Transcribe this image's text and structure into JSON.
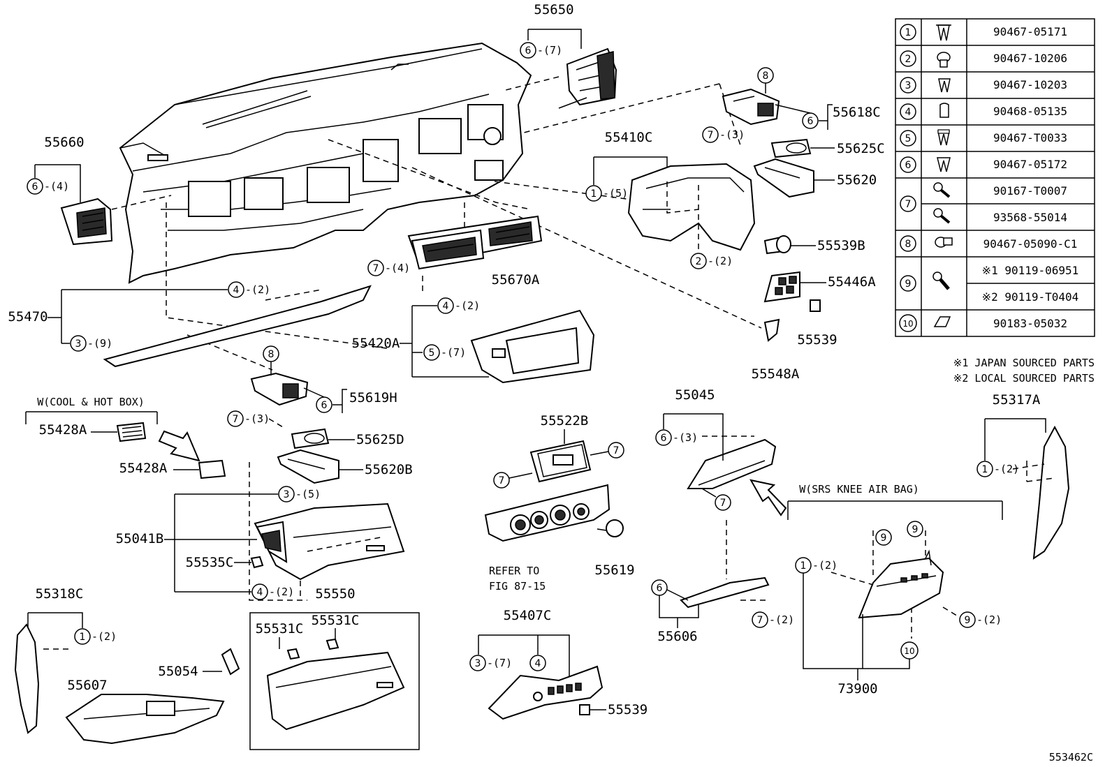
{
  "table": {
    "rows": [
      {
        "n": "1",
        "part": "90467-05171"
      },
      {
        "n": "2",
        "part": "90467-10206"
      },
      {
        "n": "3",
        "part": "90467-10203"
      },
      {
        "n": "4",
        "part": "90468-05135"
      },
      {
        "n": "5",
        "part": "90467-T0033"
      },
      {
        "n": "6",
        "part": "90467-05172"
      },
      {
        "n": "7",
        "part": "90167-T0007"
      },
      {
        "n": "7b",
        "part": "93568-55014"
      },
      {
        "n": "8",
        "part": "90467-05090-C1"
      },
      {
        "n": "9",
        "part": "※1 90119-06951"
      },
      {
        "n": "9b",
        "part": "※2 90119-T0404"
      },
      {
        "n": "10",
        "part": "90183-05032"
      }
    ],
    "num_labels": [
      "1",
      "2",
      "3",
      "4",
      "5",
      "6",
      "7",
      "8",
      "9",
      "10"
    ],
    "notes": [
      "※1  JAPAN SOURCED PARTS",
      "※2  LOCAL SOURCED PARTS"
    ]
  },
  "labels": {
    "p55650": "55650",
    "p55660": "55660",
    "p55618C": "55618C",
    "p55625C": "55625C",
    "p55620": "55620",
    "p55410C": "55410C",
    "p55539B": "55539B",
    "p55446A": "55446A",
    "p55539a": "55539",
    "p55548A": "55548A",
    "p55670A": "55670A",
    "p55470": "55470",
    "p55420A": "55420A",
    "p55619H": "55619H",
    "p55625D": "55625D",
    "p55620B": "55620B",
    "p55428A1": "55428A",
    "p55428A2": "55428A",
    "p55041B": "55041B",
    "p55535C": "55535C",
    "p55522B": "55522B",
    "p55619": "55619",
    "p55045": "55045",
    "p55317A": "55317A",
    "p55318C": "55318C",
    "p55550": "55550",
    "p55531C1": "55531C",
    "p55531C2": "55531C",
    "p55054": "55054",
    "p55607": "55607",
    "p55407C": "55407C",
    "p55539b": "55539",
    "p55606": "55606",
    "p73900": "73900"
  },
  "notes": {
    "cool_hot": "W(COOL & HOT BOX)",
    "srs": "W(SRS KNEE AIR BAG)",
    "refer1": "REFER TO",
    "refer2": "FIG 87-15",
    "figure_id": "553462C"
  },
  "callouts": {
    "c_650_6": "6",
    "q_650": "-(7)",
    "c_660_6": "6",
    "q_660": "-(4)",
    "c_618_8": "8",
    "c_618_6": "6",
    "c_625c_7": "7",
    "q_625c": "-(3)",
    "c_410_1": "1",
    "q_410_1": "-(5)",
    "c_410_2": "2",
    "q_410_2": "-(2)",
    "c_670_7": "7",
    "q_670": "-(4)",
    "c_470_4": "4",
    "q_470_4": "-(2)",
    "c_470_3": "3",
    "q_470_3": "-(9)",
    "c_420_4": "4",
    "q_420_4": "-(2)",
    "c_420_5": "5",
    "q_420_5": "-(7)",
    "c_619h_8": "8",
    "c_619h_6": "6",
    "c_625d_7": "7",
    "q_625d": "-(3)",
    "c_041_3": "3",
    "q_041_3": "-(5)",
    "c_041_4": "4",
    "q_041_4": "-(2)",
    "c_522_7a": "7",
    "c_522_7b": "7",
    "c_045_6": "6",
    "q_045": "-(3)",
    "c_045_7": "7",
    "c_317_1": "1",
    "q_317": "-(2)",
    "c_318_1": "1",
    "q_318": "-(2)",
    "c_407_3": "3",
    "q_407_3": "-(7)",
    "c_407_4": "4",
    "c_606_6": "6",
    "c_606_7": "7",
    "q_606": "-(2)",
    "c_739_1": "1",
    "q_739_1": "-(2)",
    "c_739_9a": "9",
    "c_739_9b": "9",
    "c_739_9c": "9",
    "q_739_9": "-(2)",
    "c_739_10": "10"
  }
}
